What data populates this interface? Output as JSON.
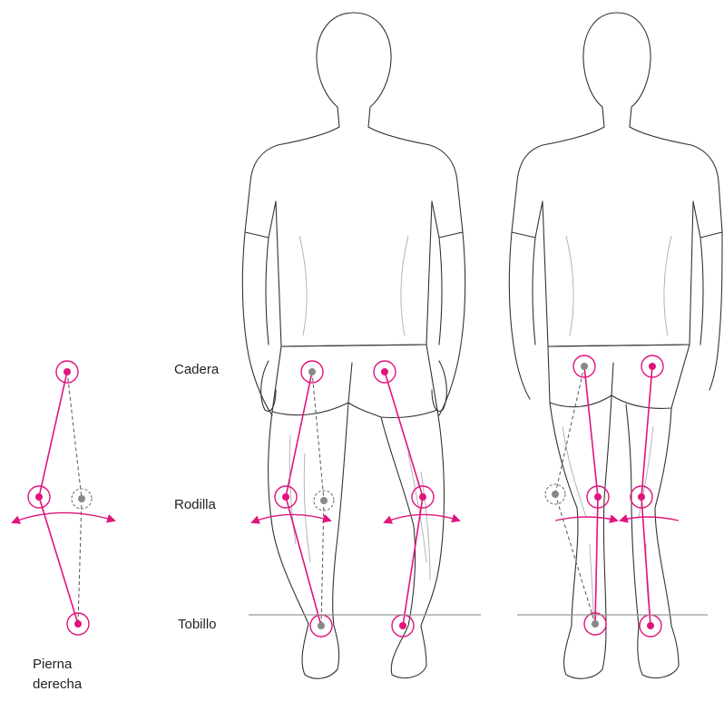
{
  "labels": {
    "hip": "Cadera",
    "knee": "Rodilla",
    "ankle": "Tobillo",
    "leg_line1": "Pierna",
    "leg_line2": "derecha"
  },
  "colors": {
    "joint_marker": "#e0147d",
    "reference_marker": "#888888",
    "drawing_line": "#333333"
  },
  "icons": [
    "human-figure-genu-varum",
    "human-figure-genu-valgum",
    "leg-joint-schematic"
  ]
}
